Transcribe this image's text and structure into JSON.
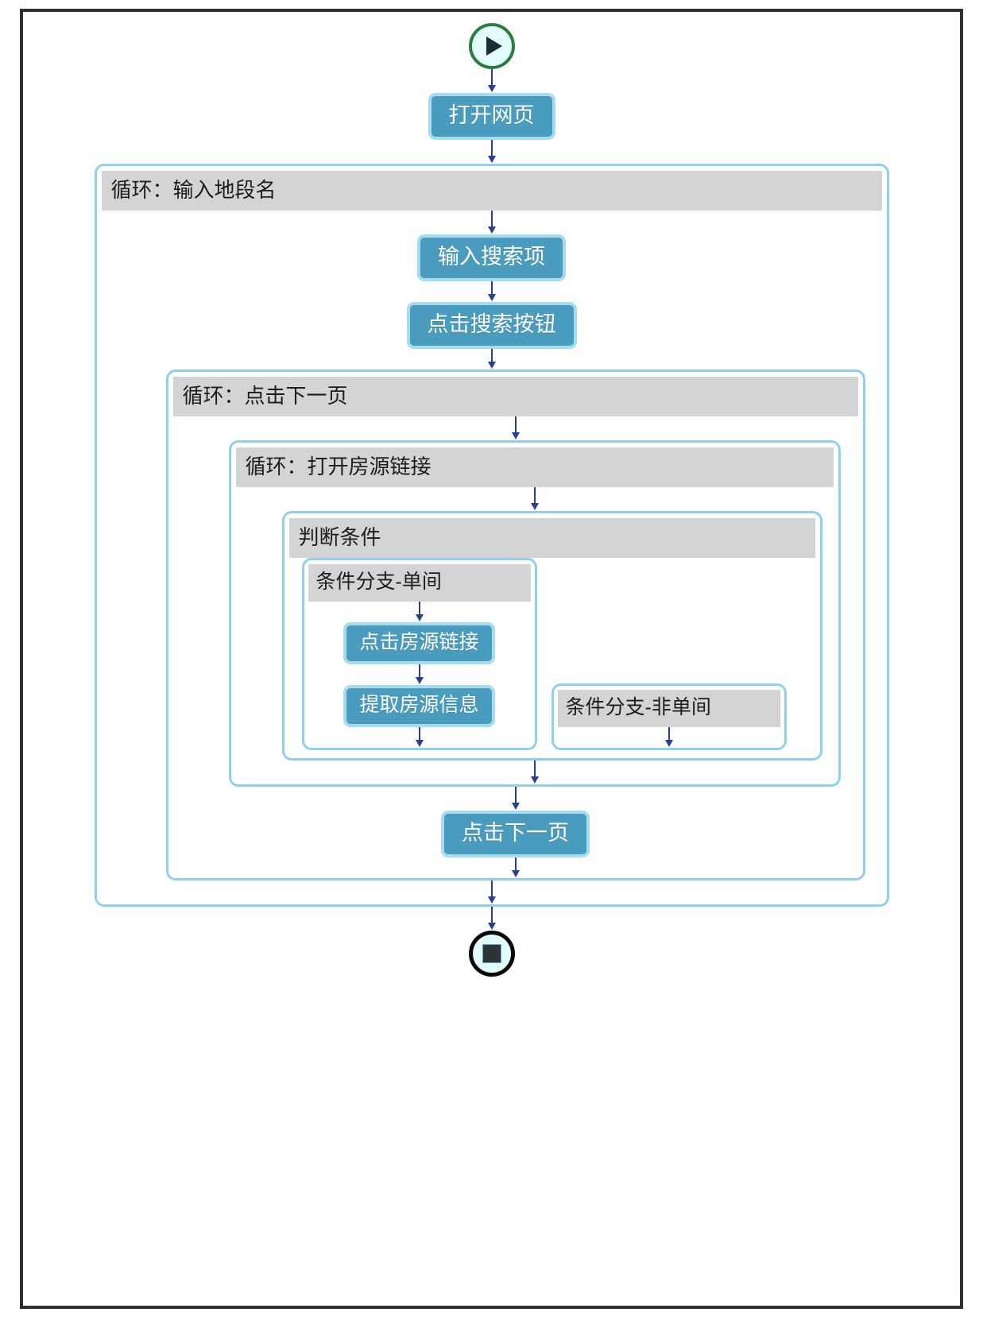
{
  "diagram": {
    "type": "flowchart",
    "title": "",
    "colors": {
      "frame_border": "#2b3139",
      "action_fill": "#4a9cbe",
      "action_border": "#a6dcf0",
      "container_border": "#8fd0ec",
      "container_title_bg": "#d4d4d4",
      "arrow": "#2a3f8f",
      "start_ring": "#2a7d3e",
      "end_ring": "#0a0a0a",
      "terminator_fill": "#e2fbfb"
    },
    "start_node": {
      "icon": "play-icon",
      "label": ""
    },
    "end_node": {
      "icon": "stop-icon",
      "label": ""
    },
    "steps": {
      "open_page": "打开网页",
      "input_search_term": "输入搜索项",
      "click_search_button": "点击搜索按钮",
      "click_listing_link": "点击房源链接",
      "extract_listing_info": "提取房源信息",
      "click_next_page": "点击下一页"
    },
    "containers": {
      "loop_district": "循环：输入地段名",
      "loop_next_page": "循环：点击下一页",
      "loop_open_listing": "循环：打开房源链接",
      "condition": "判断条件",
      "branch_single_room": "条件分支-单间",
      "branch_not_single_room": "条件分支-非单间"
    }
  }
}
